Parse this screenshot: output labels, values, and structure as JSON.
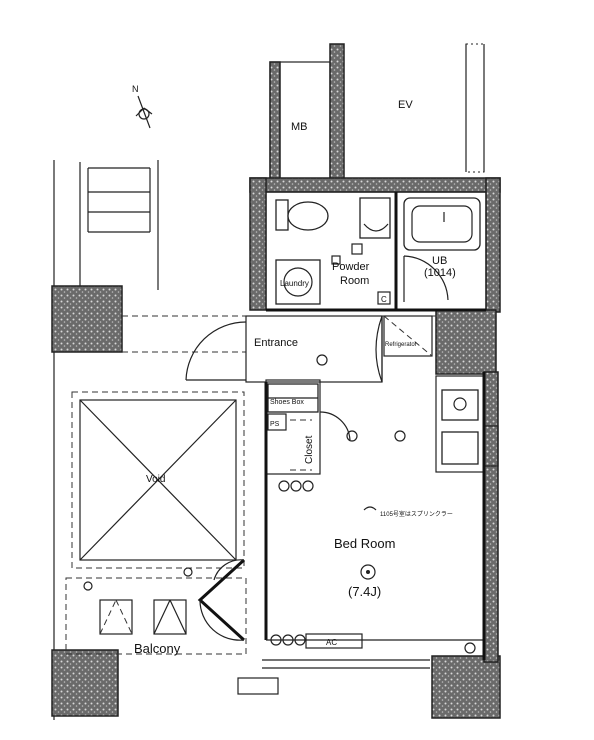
{
  "labels": {
    "mb": "MB",
    "ev": "EV",
    "powder_room_1": "Powder",
    "powder_room_2": "Room",
    "laundry": "Laundry",
    "ub_1": "UB",
    "ub_2": "(1014)",
    "entrance": "Entrance",
    "refrigerator": "Refrigerator",
    "shoes_box": "Shoes Box",
    "ps": "PS",
    "closet": "Closet",
    "void": "Void",
    "sprinkler_note": "1105号室はスプリンクラー",
    "bed_room": "Bed Room",
    "bed_room_size": "(7.4J)",
    "balcony": "Balcony",
    "ac": "AC",
    "c_mark": "C",
    "north": "N"
  },
  "colors": {
    "wall_fill": "#3a3a3a",
    "line": "#222222",
    "background": "#ffffff"
  }
}
